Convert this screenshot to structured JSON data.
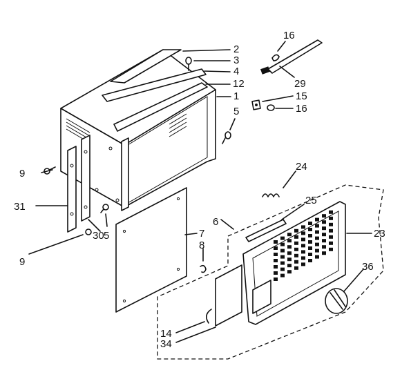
{
  "callouts": [
    {
      "id": "2",
      "text": "2"
    },
    {
      "id": "3",
      "text": "3"
    },
    {
      "id": "4",
      "text": "4"
    },
    {
      "id": "12",
      "text": "12"
    },
    {
      "id": "1",
      "text": "1"
    },
    {
      "id": "5a",
      "text": "5"
    },
    {
      "id": "16a",
      "text": "16"
    },
    {
      "id": "29",
      "text": "29"
    },
    {
      "id": "15",
      "text": "15"
    },
    {
      "id": "16b",
      "text": "16"
    },
    {
      "id": "24",
      "text": "24"
    },
    {
      "id": "25",
      "text": "25"
    },
    {
      "id": "23",
      "text": "23"
    },
    {
      "id": "6",
      "text": "6"
    },
    {
      "id": "7",
      "text": "7"
    },
    {
      "id": "8",
      "text": "8"
    },
    {
      "id": "9a",
      "text": "9"
    },
    {
      "id": "31",
      "text": "31"
    },
    {
      "id": "9b",
      "text": "9"
    },
    {
      "id": "30",
      "text": "30"
    },
    {
      "id": "5b",
      "text": "5"
    },
    {
      "id": "36",
      "text": "36"
    },
    {
      "id": "14",
      "text": "14"
    },
    {
      "id": "34",
      "text": "34"
    }
  ]
}
